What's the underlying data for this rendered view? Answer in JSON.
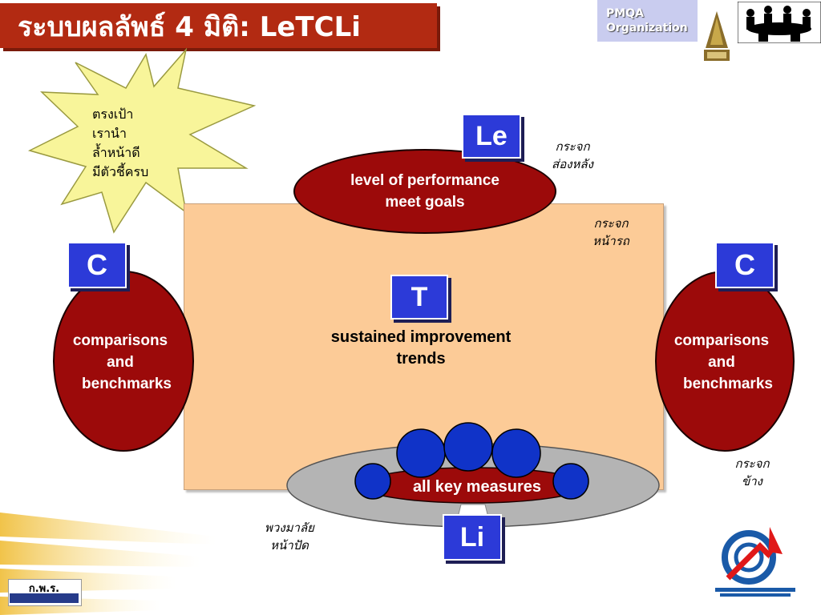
{
  "title": "ระบบผลลัพธ์ 4 มิติ: LeTCLi",
  "corner": {
    "pmqa_line1": "PMQA",
    "pmqa_line2": "Organization"
  },
  "burst": {
    "lines": [
      "ตรงเป้า",
      "เรานำ",
      "ล้ำหน้าดี",
      "มีตัวชี้ครบ"
    ]
  },
  "top": {
    "letter": "Le",
    "label_line1": "level  of performance",
    "label_line2": "meet goals",
    "note_line1": "กระจก",
    "note_line2": "ส่องหลัง"
  },
  "center": {
    "letter": "T",
    "label_line1": "sustained improvement",
    "label_line2": "trends",
    "note_line1": "กระจก",
    "note_line2": "หน้ารถ"
  },
  "left": {
    "letter": "C",
    "label_line1": "comparisons",
    "label_line2": "and",
    "label_line3": "benchmarks"
  },
  "right": {
    "letter": "C",
    "label_line1": "comparisons",
    "label_line2": "and",
    "label_line3": "benchmarks",
    "note_line1": "กระจก",
    "note_line2": "ข้าง"
  },
  "bottom": {
    "letter": "Li",
    "label": "all key measures",
    "note_line1": "พวงมาลัย",
    "note_line2": "หน้าปัด"
  },
  "footer": {
    "kpr": "ก.พ.ร."
  },
  "colors": {
    "title_bg": "#b22a12",
    "ellipse_red": "#9c0a0a",
    "letter_blue": "#2c3ad8",
    "peach": "#fccb97",
    "gray_disc": "#b4b4b4",
    "ball_blue": "#1033c8",
    "burst_yellow": "#f8f59a"
  }
}
